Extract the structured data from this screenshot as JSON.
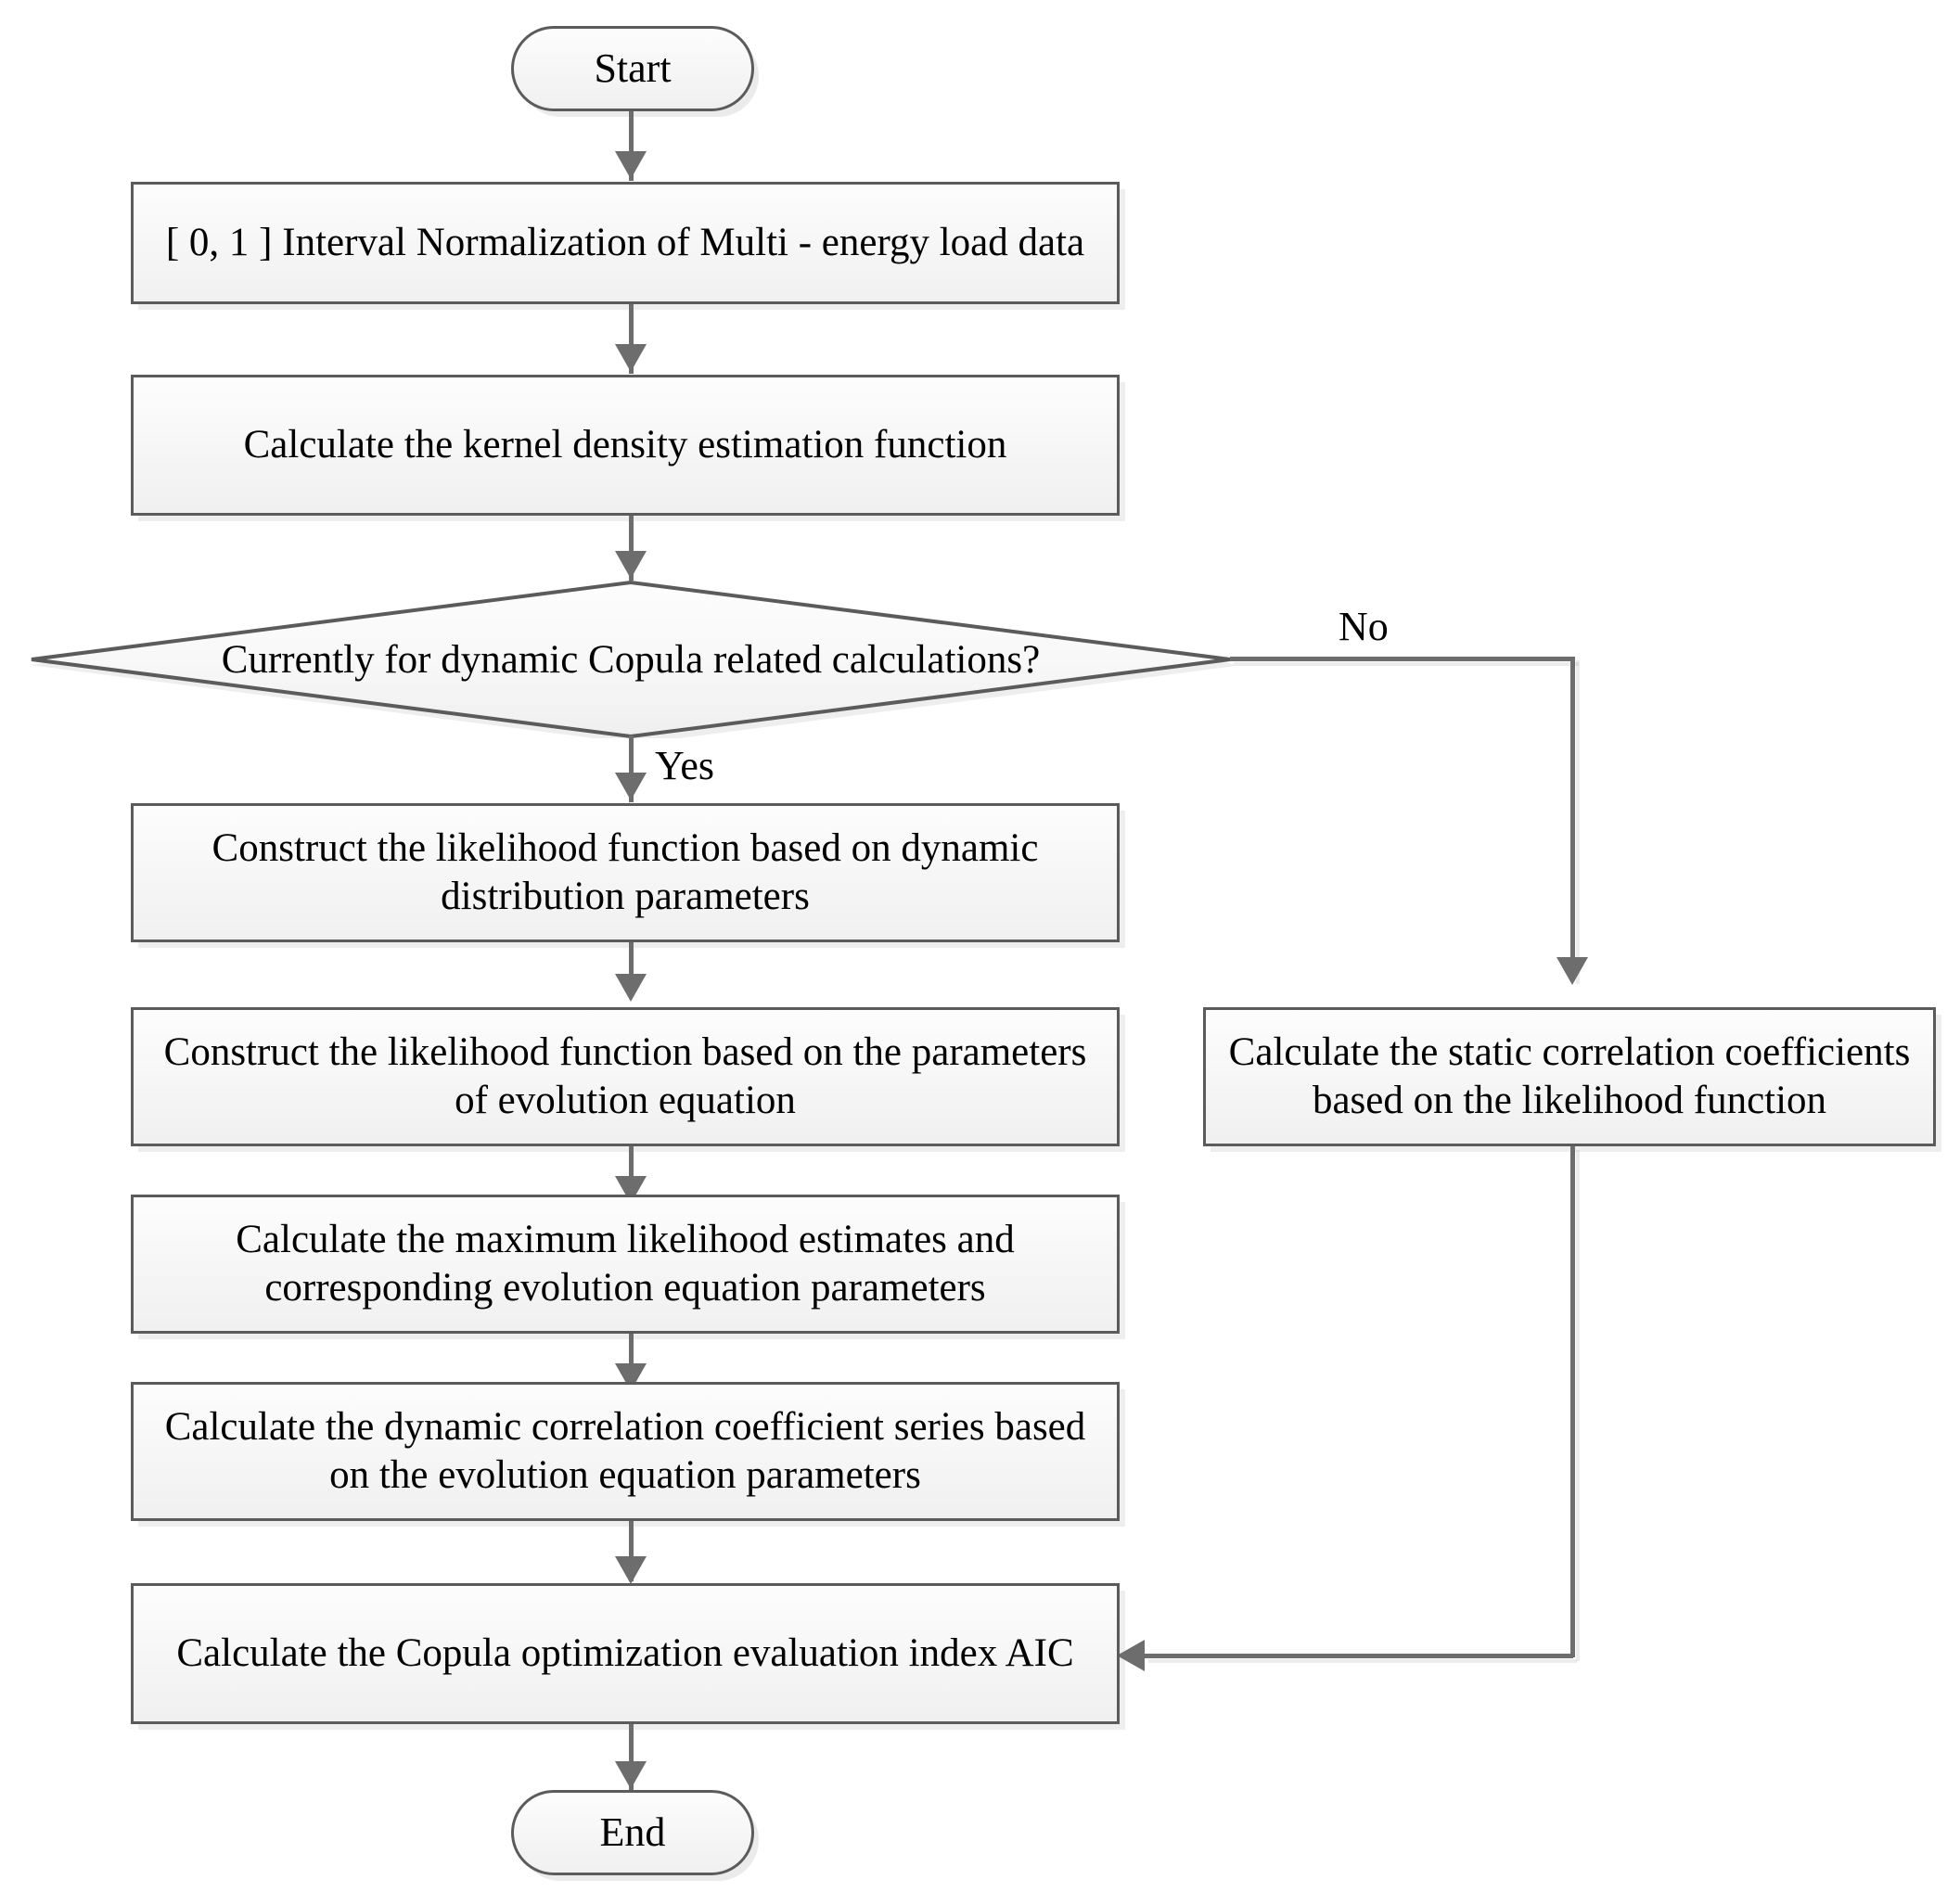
{
  "diagram": {
    "title": "Dynamic Copula correlation modelling flowchart",
    "colors": {
      "node_border": "#5b5b5b",
      "node_fill_top": "#fdfdfd",
      "node_fill_bottom": "#f0f0f0",
      "connector": "#6d6d6d",
      "text": "#000000",
      "background": "#ffffff"
    },
    "nodes": {
      "start": {
        "label": "Start",
        "shape": "terminator"
      },
      "normalize": {
        "label": "[ 0, 1 ] Interval Normalization of Multi - energy load data",
        "shape": "process"
      },
      "kde": {
        "label": "Calculate the kernel density estimation function",
        "shape": "process"
      },
      "decision": {
        "label": "Currently for dynamic Copula related calculations?",
        "shape": "decision"
      },
      "dynamic_likelihood": {
        "label": "Construct the likelihood function based on dynamic distribution parameters",
        "shape": "process"
      },
      "evolution_likelihood": {
        "label": "Construct the likelihood function based on the parameters of evolution equation",
        "shape": "process"
      },
      "mle": {
        "label": "Calculate the maximum likelihood estimates and corresponding evolution equation parameters",
        "shape": "process"
      },
      "dynamic_series": {
        "label": "Calculate the dynamic correlation coefficient series based on the evolution equation parameters",
        "shape": "process"
      },
      "aic": {
        "label": "Calculate the Copula optimization evaluation index AIC",
        "shape": "process"
      },
      "static_corr": {
        "label": "Calculate the static correlation coefficients based on the likelihood function",
        "shape": "process"
      },
      "end": {
        "label": "End",
        "shape": "terminator"
      }
    },
    "edge_labels": {
      "yes": "Yes",
      "no": "No"
    }
  }
}
